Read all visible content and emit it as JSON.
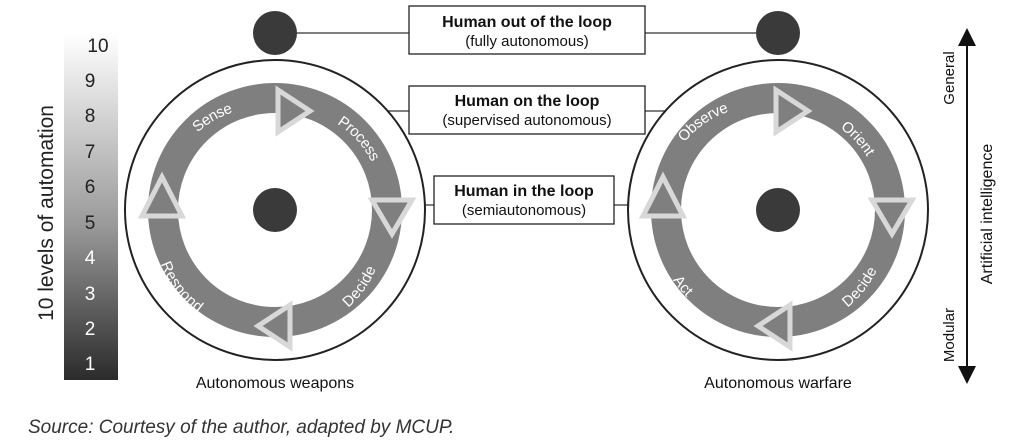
{
  "scale": {
    "title": "10 levels of automation",
    "levels": [
      "10",
      "9",
      "8",
      "7",
      "6",
      "5",
      "4",
      "3",
      "2",
      "1"
    ]
  },
  "boxes": {
    "out": {
      "title": "Human out of the loop",
      "subtitle": "(fully autonomous)"
    },
    "on": {
      "title": "Human on the loop",
      "subtitle": "(supervised autonomous)"
    },
    "in": {
      "title": "Human in the loop",
      "subtitle": "(semiautonomous)"
    }
  },
  "left_cycle": {
    "caption": "Autonomous weapons",
    "stages": [
      "Sense",
      "Process",
      "Decide",
      "Respond"
    ]
  },
  "right_cycle": {
    "caption": "Autonomous warfare",
    "stages": [
      "Observe",
      "Orient",
      "Decide",
      "Act"
    ]
  },
  "ai_axis": {
    "title": "Artificial intelligence",
    "top": "General",
    "bottom": "Modular"
  },
  "source": "Source: Courtesy of the author, adapted by MCUP.",
  "colors": {
    "ring": "#7f7f7f",
    "dot": "#3a3a3a",
    "triangle_outline": "#d8d8d8",
    "scale_top": "#ffffff",
    "scale_bottom": "#2b2b2b"
  }
}
